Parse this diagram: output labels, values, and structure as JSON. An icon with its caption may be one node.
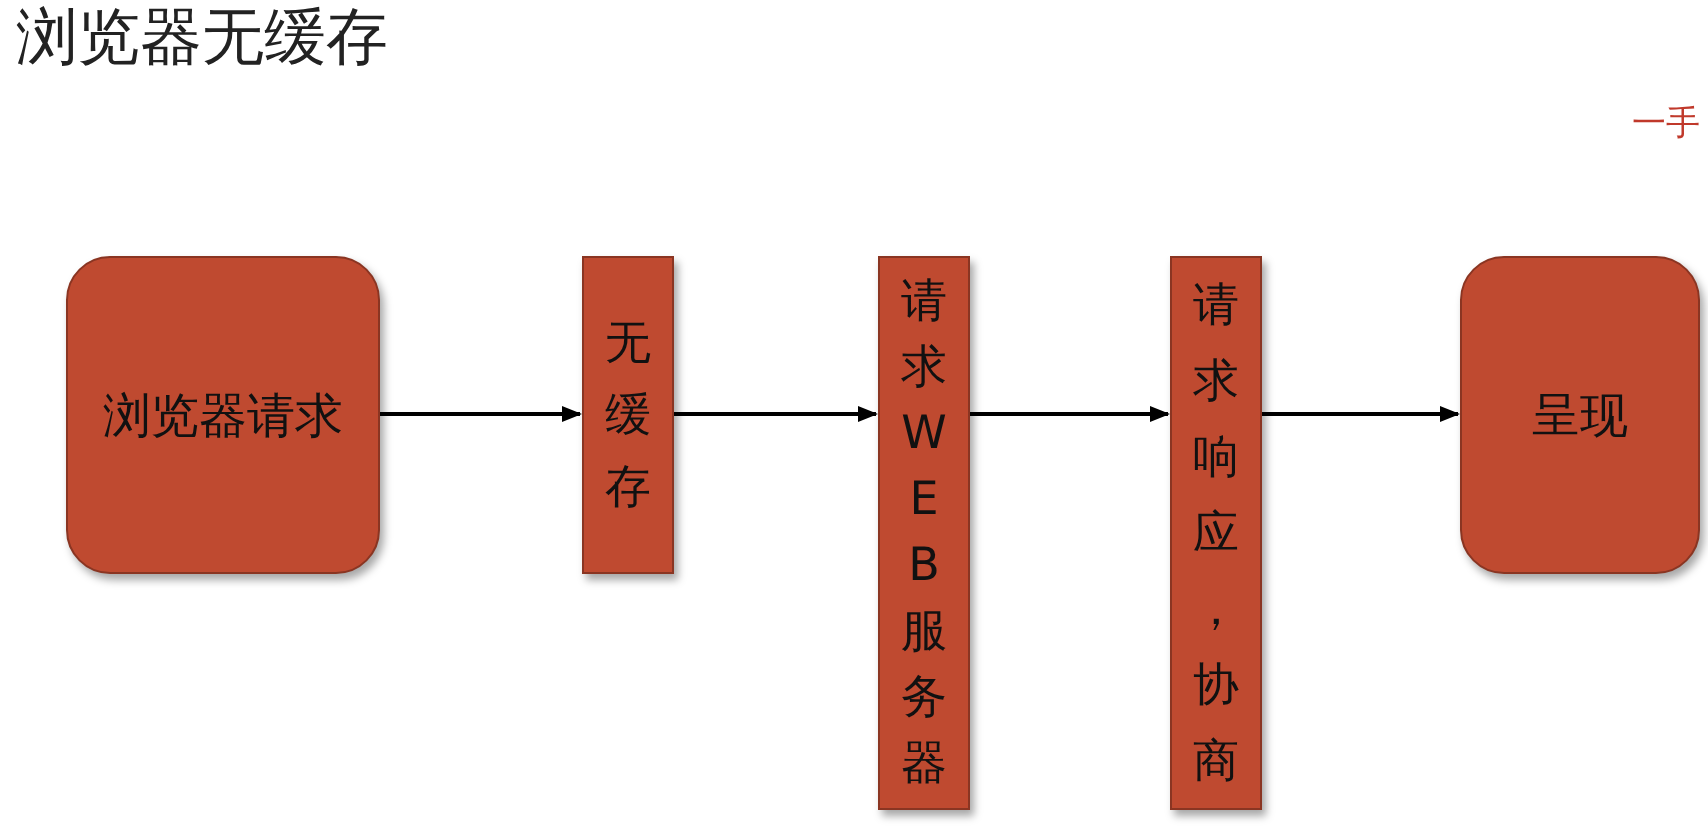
{
  "diagram": {
    "title": "浏览器无缓存",
    "nodes": [
      {
        "text": [
          "浏览器请求"
        ]
      },
      {
        "text": [
          "无缓存"
        ]
      },
      {
        "text": [
          "请求WEB服务器"
        ]
      },
      {
        "text": [
          "请求响应，协商"
        ]
      },
      {
        "text": [
          "呈现"
        ]
      }
    ],
    "edges": [
      {
        "from": 0,
        "to": 1,
        "arrow": "to"
      },
      {
        "from": 1,
        "to": 2,
        "arrow": "to"
      },
      {
        "from": 2,
        "to": 3,
        "arrow": "to"
      },
      {
        "from": 3,
        "to": 4,
        "arrow": "to"
      }
    ],
    "labels": [
      "一手"
    ]
  }
}
